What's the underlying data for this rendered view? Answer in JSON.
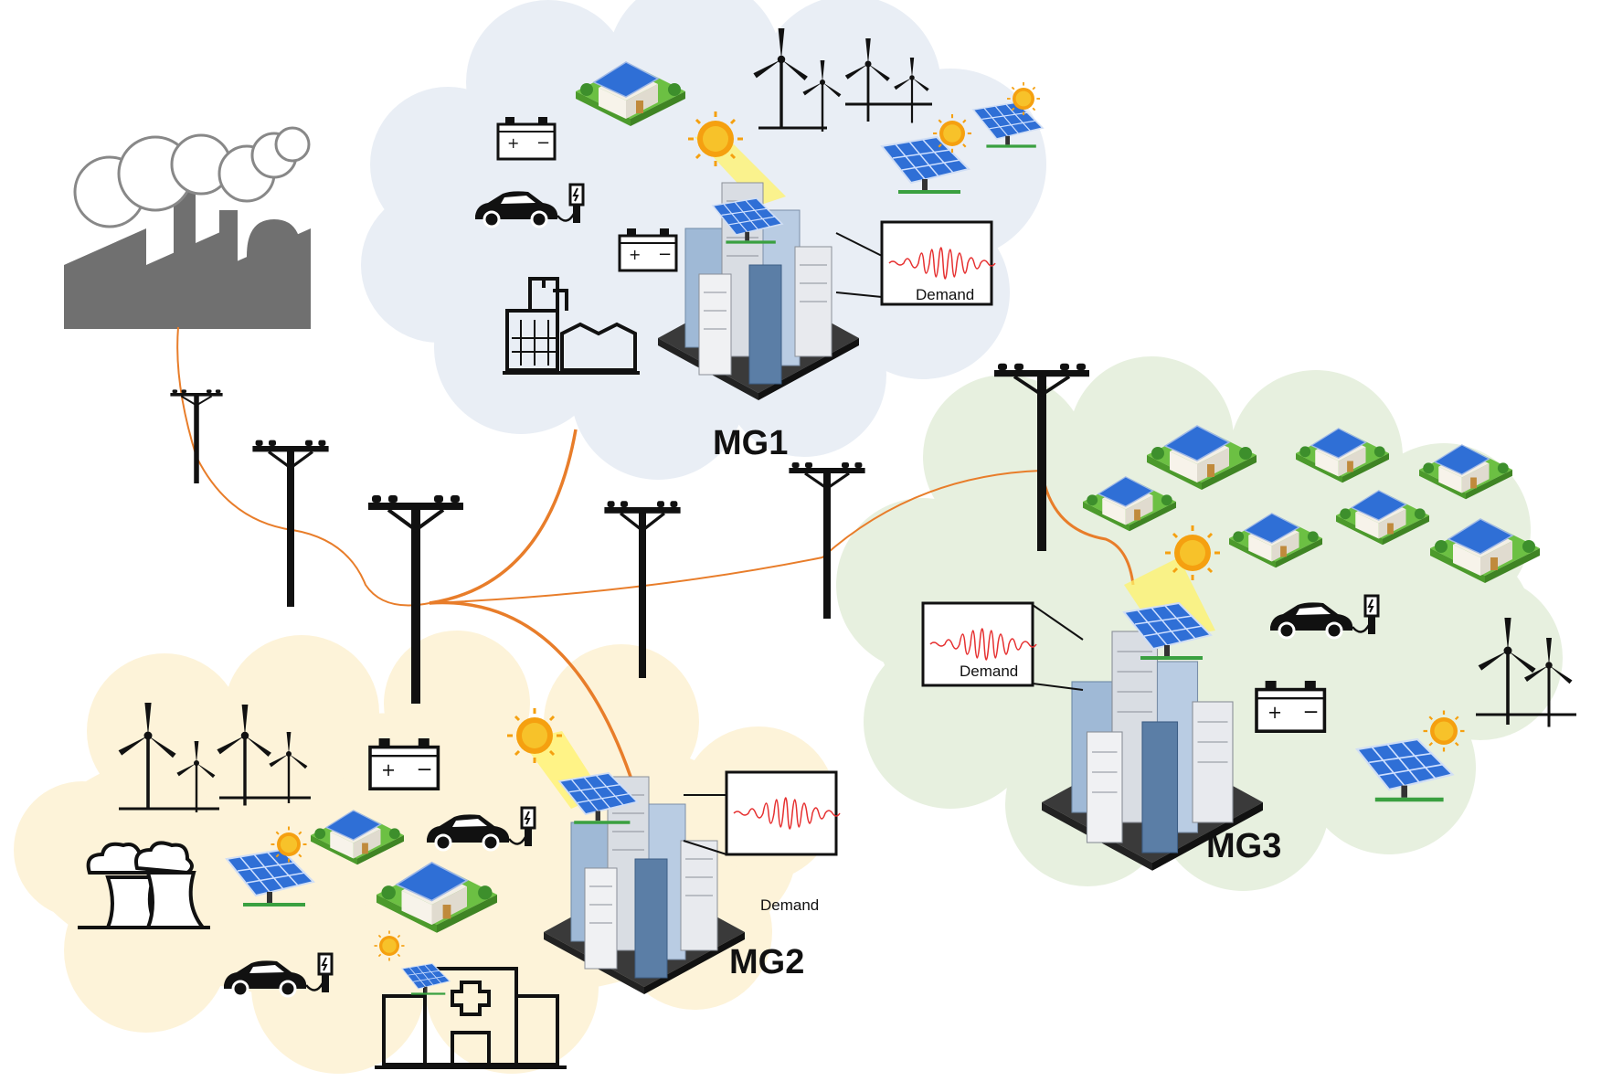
{
  "microgrids": [
    {
      "id": "mg1",
      "label": "MG1",
      "demand_label": "Demand",
      "cloud_color": "#e9eef5"
    },
    {
      "id": "mg2",
      "label": "MG2",
      "demand_label": "Demand",
      "cloud_color": "#fdf3d9"
    },
    {
      "id": "mg3",
      "label": "MG3",
      "demand_label": "Demand",
      "cloud_color": "#e7f0df"
    }
  ],
  "colors": {
    "power_line": "#e87d2a",
    "pole": "#111111",
    "factory": "#707070",
    "waveform": "#e63030",
    "solar_panel": "#2f6fd6",
    "sun": "#f5a010",
    "sun_beam": "#fff36a",
    "grass": "#6cc043"
  }
}
